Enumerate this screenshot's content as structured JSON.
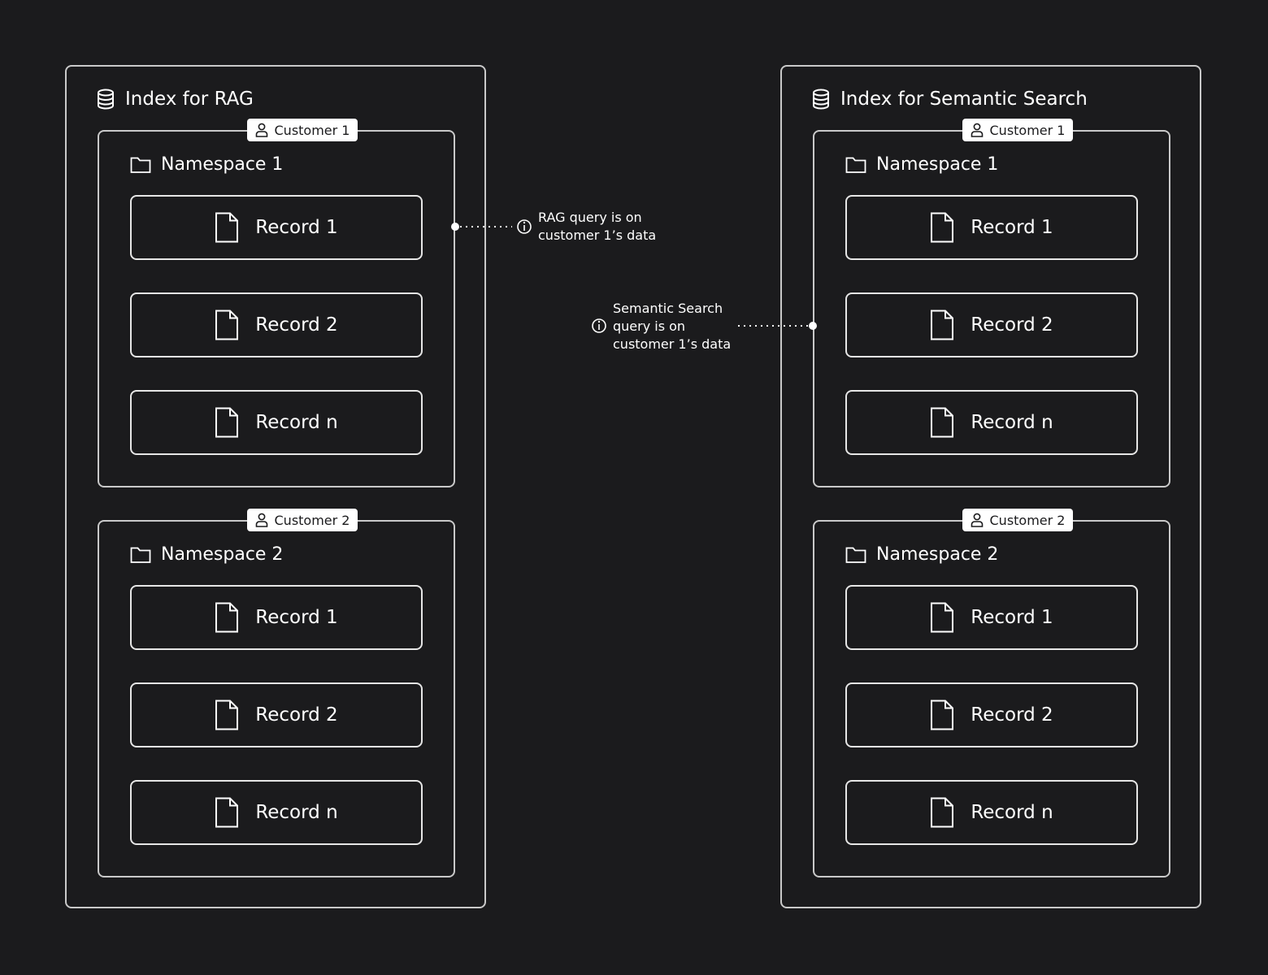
{
  "indexes": [
    {
      "title": "Index for RAG",
      "icon": "database-icon",
      "namespaces": [
        {
          "title": "Namespace 1",
          "customer": "Customer 1",
          "records": [
            "Record 1",
            "Record 2",
            "Record n"
          ]
        },
        {
          "title": "Namespace 2",
          "customer": "Customer 2",
          "records": [
            "Record 1",
            "Record 2",
            "Record n"
          ]
        }
      ]
    },
    {
      "title": "Index for Semantic Search",
      "icon": "database-icon",
      "namespaces": [
        {
          "title": "Namespace 1",
          "customer": "Customer 1",
          "records": [
            "Record 1",
            "Record 2",
            "Record n"
          ]
        },
        {
          "title": "Namespace 2",
          "customer": "Customer 2",
          "records": [
            "Record 1",
            "Record 2",
            "Record n"
          ]
        }
      ]
    }
  ],
  "annotations": {
    "rag": {
      "lines": [
        "RAG query is on",
        "customer 1’s data"
      ],
      "icon": "info-icon"
    },
    "semantic": {
      "lines": [
        "Semantic Search",
        "query is on",
        "customer 1’s data"
      ],
      "icon": "info-icon"
    }
  },
  "colors": {
    "background": "#1b1b1d",
    "border": "#c9c9c9",
    "text": "#ffffff",
    "badge_bg": "#ffffff",
    "badge_text": "#1b1b1d"
  }
}
